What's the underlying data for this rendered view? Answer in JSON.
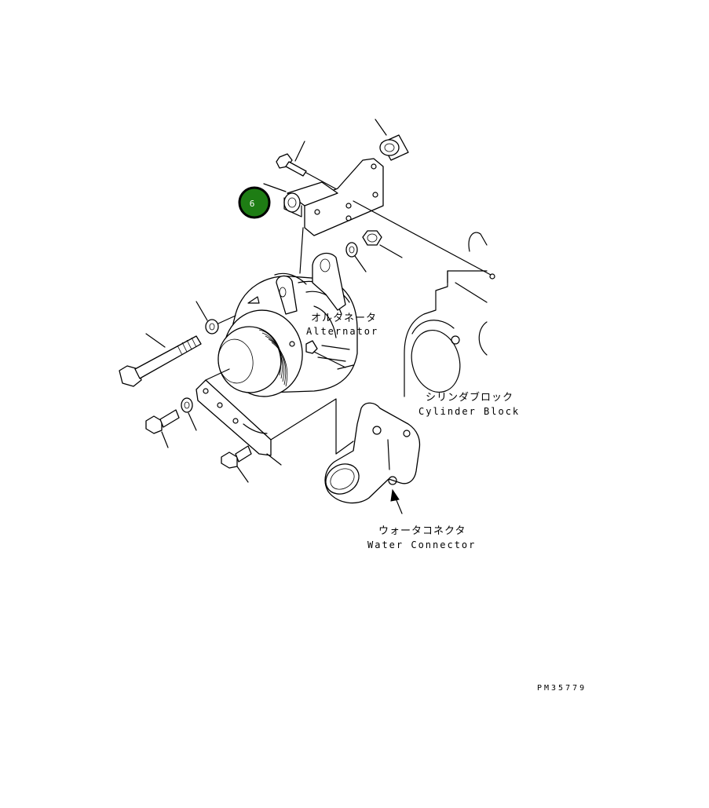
{
  "callout": {
    "number": "6",
    "color": "#1e7d14",
    "ring_color": "#000000"
  },
  "labels": {
    "alternator_ja": "オルタネータ",
    "alternator_en": "Alternator",
    "cylinder_block_ja": "シリンダブロック",
    "cylinder_block_en": "Cylinder Block",
    "water_connector_ja": "ウォータコネクタ",
    "water_connector_en": "Water Connector"
  },
  "drawing_code": "PM35779"
}
